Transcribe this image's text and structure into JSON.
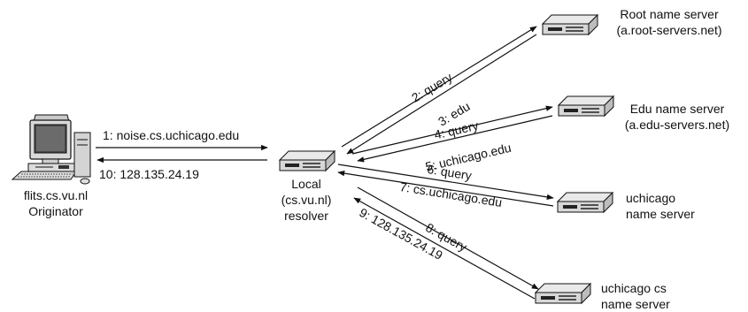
{
  "originator": {
    "host": "flits.cs.vu.nl",
    "role": "Originator"
  },
  "resolver": {
    "line1": "Local",
    "line2": "(cs.vu.nl)",
    "line3": "resolver"
  },
  "servers": {
    "root": {
      "line1": "Root name server",
      "line2": "(a.root-servers.net)"
    },
    "edu": {
      "line1": "Edu name server",
      "line2": "(a.edu-servers.net)"
    },
    "uchicago": {
      "line1": "uchicago",
      "line2": "name server"
    },
    "uchicago_cs": {
      "line1": "uchicago cs",
      "line2": "name server"
    }
  },
  "steps": {
    "s1": "1: noise.cs.uchicago.edu",
    "s2": "2: query",
    "s3": "3: edu",
    "s4": "4: query",
    "s5": "5: uchicago.edu",
    "s6": "6: query",
    "s7": "7: cs.uchicago.edu",
    "s8": "8: query",
    "s9": "9: 128.135.24.19",
    "s10": "10: 128.135.24.19"
  },
  "colors": {
    "line": "#111111",
    "device_top": "#e6e6e6",
    "device_front": "#cfcfcf",
    "screen": "#444444"
  }
}
